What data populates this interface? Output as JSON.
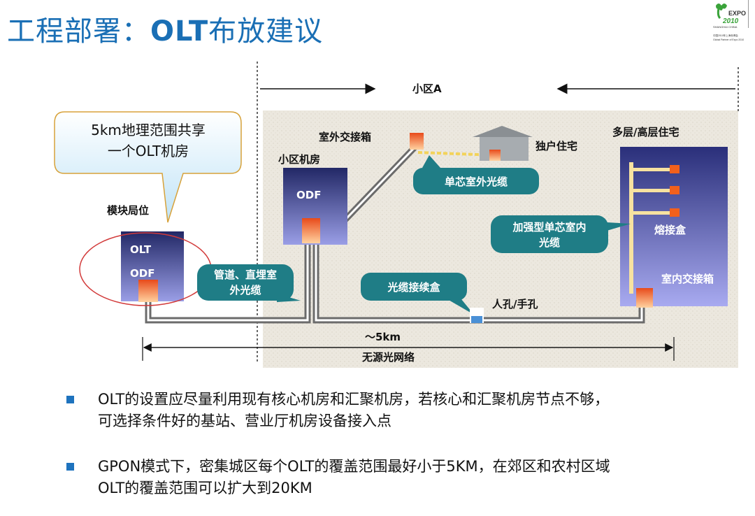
{
  "title": {
    "prefix": "工程部署：",
    "strong": "OLT",
    "suffix": "布放建议"
  },
  "logo": {
    "text": "EXPO",
    "sub": "SHANGHAI CHINA",
    "year": "2010",
    "tagline_cn": "中国2010年上海世博会",
    "tagline_en": "Global Partner of Expo 2010"
  },
  "diagram": {
    "zone_label": "小区A",
    "callout_top": {
      "line1": "5km地理范围共享",
      "line2": "一个OLT机房"
    },
    "module_station": "模块局位",
    "olt_box": {
      "line1": "OLT",
      "line2": "ODF"
    },
    "community_room_label": "小区机房",
    "odf_label": "ODF",
    "outdoor_cabinet": "室外交接箱",
    "house_label": "独户住宅",
    "building_label": "多层/高层住宅",
    "splice_box_label": "熔接盒",
    "indoor_cabinet_label": "室内交接箱",
    "bubble_single_core": "单芯室外光缆",
    "bubble_reinforced": {
      "line1": "加强型单芯室内",
      "line2": "光缆"
    },
    "bubble_duct": {
      "line1": "管道、直埋室",
      "line2": "外光缆"
    },
    "bubble_splice_closure": "光缆接续盒",
    "manhole_label": "人孔/手孔",
    "distance_label": "～5km",
    "pon_label": "无源光网络"
  },
  "colors": {
    "title": "#1a6fb5",
    "teal": "#1f7d86",
    "box_navy": "#2a2f7a",
    "orange": "#f2601c",
    "bullet": "#1e73be"
  },
  "bullets": [
    {
      "line1": "OLT的设置应尽量利用现有核心机房和汇聚机房，若核心和汇聚机房节点不够，",
      "line2": "可选择条件好的基站、营业厅机房设备接入点"
    },
    {
      "line1": "GPON模式下，密集城区每个OLT的覆盖范围最好小于5KM，在郊区和农村区域",
      "line2": "OLT的覆盖范围可以扩大到20KM"
    }
  ]
}
